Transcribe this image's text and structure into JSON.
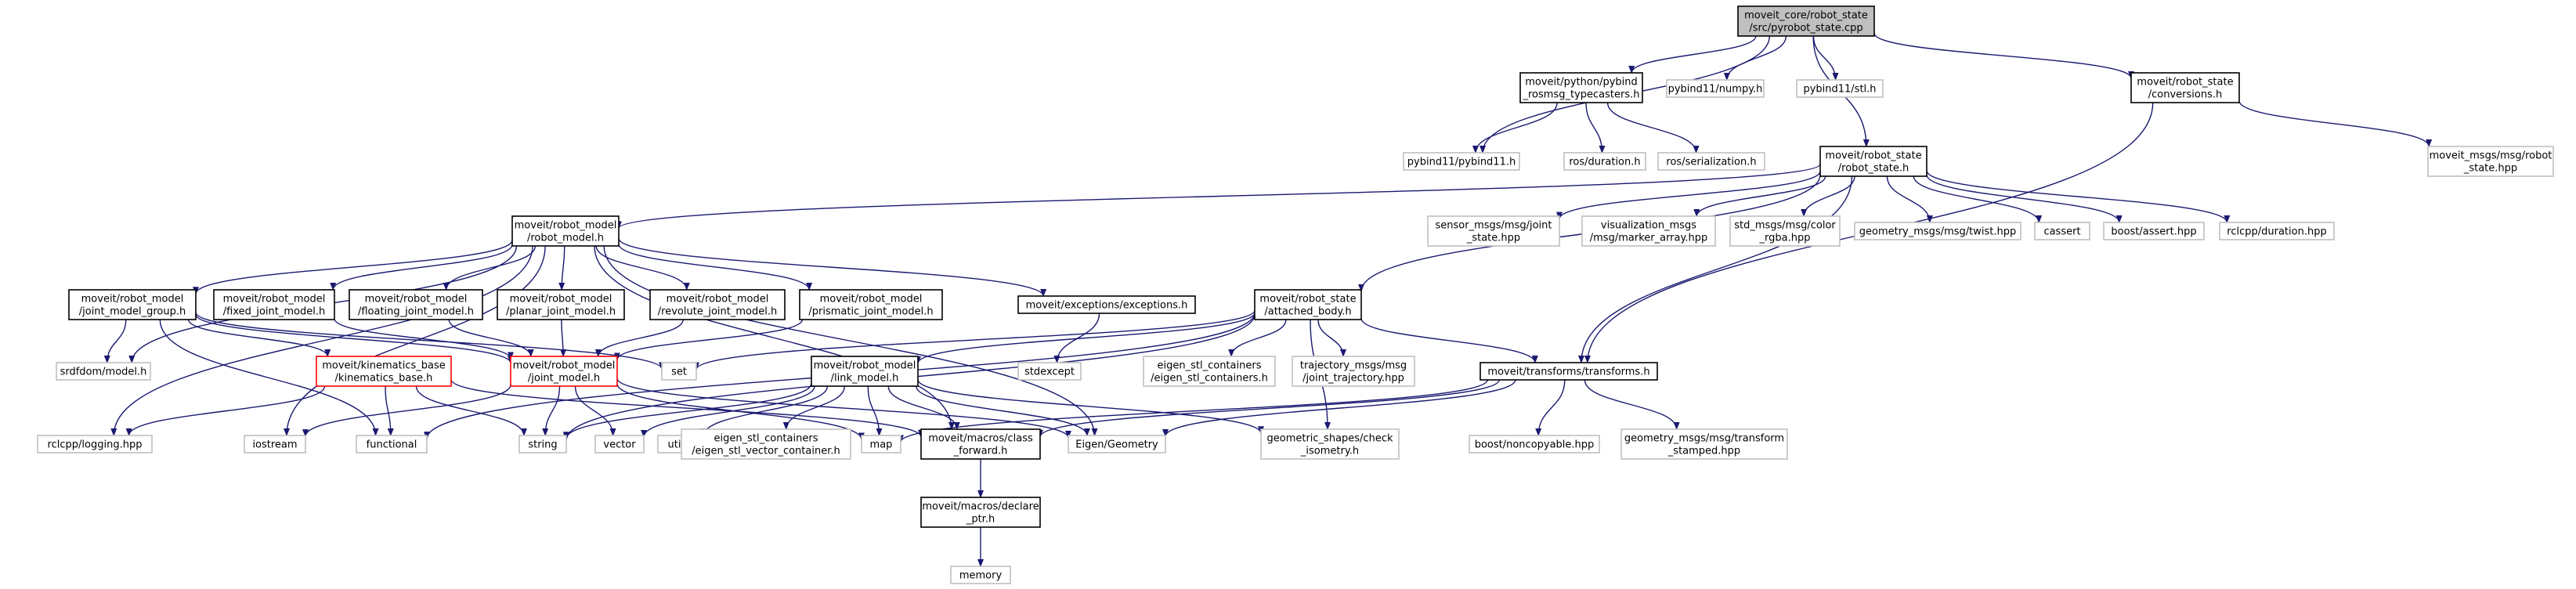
{
  "colors": {
    "edge": "#191970",
    "text": "#000000",
    "text_muted": "#000000",
    "root_fill": "#bfbfbf",
    "root_border": "#000000",
    "documented_border": "#000000",
    "external_border": "#bfbfbf",
    "truncated_border": "#ff0000",
    "node_fill": "#ffffff"
  },
  "nodes": [
    {
      "id": "root",
      "kind": "root",
      "lines": [
        "moveit_core/robot_state",
        "/src/pyrobot_state.cpp"
      ]
    },
    {
      "id": "pybind_typecasters",
      "kind": "documented",
      "lines": [
        "moveit/python/pybind",
        "_rosmsg_typecasters.h"
      ]
    },
    {
      "id": "pybind11_numpy",
      "kind": "external",
      "lines": [
        "pybind11/numpy.h"
      ]
    },
    {
      "id": "pybind11_stl",
      "kind": "external",
      "lines": [
        "pybind11/stl.h"
      ]
    },
    {
      "id": "conversions",
      "kind": "documented",
      "lines": [
        "moveit/robot_state",
        "/conversions.h"
      ]
    },
    {
      "id": "moveit_msgs_robot_state",
      "kind": "external",
      "lines": [
        "moveit_msgs/msg/robot",
        "_state.hpp"
      ]
    },
    {
      "id": "pybind11_pybind11",
      "kind": "external",
      "lines": [
        "pybind11/pybind11.h"
      ]
    },
    {
      "id": "ros_duration",
      "kind": "external",
      "lines": [
        "ros/duration.h"
      ]
    },
    {
      "id": "ros_serialization",
      "kind": "external",
      "lines": [
        "ros/serialization.h"
      ]
    },
    {
      "id": "robot_state_h",
      "kind": "documented",
      "lines": [
        "moveit/robot_state",
        "/robot_state.h"
      ]
    },
    {
      "id": "robot_model_h",
      "kind": "documented",
      "lines": [
        "moveit/robot_model",
        "/robot_model.h"
      ]
    },
    {
      "id": "sensor_msgs_joint_state",
      "kind": "external",
      "lines": [
        "sensor_msgs/msg/joint",
        "_state.hpp"
      ]
    },
    {
      "id": "visualization_msgs",
      "kind": "external",
      "lines": [
        "visualization_msgs",
        "/msg/marker_array.hpp"
      ]
    },
    {
      "id": "std_msgs_color",
      "kind": "external",
      "lines": [
        "std_msgs/msg/color",
        "_rgba.hpp"
      ]
    },
    {
      "id": "geometry_msgs_twist",
      "kind": "external",
      "lines": [
        "geometry_msgs/msg/twist.hpp"
      ]
    },
    {
      "id": "cassert",
      "kind": "external",
      "lines": [
        "cassert"
      ]
    },
    {
      "id": "boost_assert",
      "kind": "external",
      "lines": [
        "boost/assert.hpp"
      ]
    },
    {
      "id": "rclcpp_duration",
      "kind": "external",
      "lines": [
        "rclcpp/duration.hpp"
      ]
    },
    {
      "id": "joint_model_group",
      "kind": "documented",
      "lines": [
        "moveit/robot_model",
        "/joint_model_group.h"
      ]
    },
    {
      "id": "fixed_joint_model",
      "kind": "documented",
      "lines": [
        "moveit/robot_model",
        "/fixed_joint_model.h"
      ]
    },
    {
      "id": "floating_joint_model",
      "kind": "documented",
      "lines": [
        "moveit/robot_model",
        "/floating_joint_model.h"
      ]
    },
    {
      "id": "planar_joint_model",
      "kind": "documented",
      "lines": [
        "moveit/robot_model",
        "/planar_joint_model.h"
      ]
    },
    {
      "id": "revolute_joint_model",
      "kind": "documented",
      "lines": [
        "moveit/robot_model",
        "/revolute_joint_model.h"
      ]
    },
    {
      "id": "prismatic_joint_model",
      "kind": "documented",
      "lines": [
        "moveit/robot_model",
        "/prismatic_joint_model.h"
      ]
    },
    {
      "id": "exceptions",
      "kind": "documented",
      "lines": [
        "moveit/exceptions/exceptions.h"
      ]
    },
    {
      "id": "attached_body",
      "kind": "documented",
      "lines": [
        "moveit/robot_state",
        "/attached_body.h"
      ]
    },
    {
      "id": "srdfdom_model",
      "kind": "external",
      "lines": [
        "srdfdom/model.h"
      ]
    },
    {
      "id": "kinematics_base",
      "kind": "truncated",
      "lines": [
        "moveit/kinematics_base",
        "/kinematics_base.h"
      ]
    },
    {
      "id": "joint_model_h",
      "kind": "truncated",
      "lines": [
        "moveit/robot_model",
        "/joint_model.h"
      ]
    },
    {
      "id": "set",
      "kind": "external",
      "lines": [
        "set"
      ]
    },
    {
      "id": "link_model",
      "kind": "documented",
      "lines": [
        "moveit/robot_model",
        "/link_model.h"
      ]
    },
    {
      "id": "stdexcept",
      "kind": "external",
      "lines": [
        "stdexcept"
      ]
    },
    {
      "id": "eigen_stl_containers",
      "kind": "external",
      "lines": [
        "eigen_stl_containers",
        "/eigen_stl_containers.h"
      ]
    },
    {
      "id": "trajectory_msgs",
      "kind": "external",
      "lines": [
        "trajectory_msgs/msg",
        "/joint_trajectory.hpp"
      ]
    },
    {
      "id": "transforms",
      "kind": "documented",
      "lines": [
        "moveit/transforms/transforms.h"
      ]
    },
    {
      "id": "rclcpp_logging",
      "kind": "external",
      "lines": [
        "rclcpp/logging.hpp"
      ]
    },
    {
      "id": "iostream",
      "kind": "external",
      "lines": [
        "iostream"
      ]
    },
    {
      "id": "functional",
      "kind": "external",
      "lines": [
        "functional"
      ]
    },
    {
      "id": "string",
      "kind": "external",
      "lines": [
        "string"
      ]
    },
    {
      "id": "vector",
      "kind": "external",
      "lines": [
        "vector"
      ]
    },
    {
      "id": "utility",
      "kind": "external",
      "lines": [
        "utility"
      ]
    },
    {
      "id": "eigen_stl_vector",
      "kind": "external",
      "lines": [
        "eigen_stl_containers",
        "/eigen_stl_vector_container.h"
      ]
    },
    {
      "id": "map",
      "kind": "external",
      "lines": [
        "map"
      ]
    },
    {
      "id": "class_forward",
      "kind": "documented",
      "lines": [
        "moveit/macros/class",
        "_forward.h"
      ]
    },
    {
      "id": "eigen_geometry",
      "kind": "external",
      "lines": [
        "Eigen/Geometry"
      ]
    },
    {
      "id": "check_isometry",
      "kind": "external",
      "lines": [
        "geometric_shapes/check",
        "_isometry.h"
      ]
    },
    {
      "id": "boost_noncopyable",
      "kind": "external",
      "lines": [
        "boost/noncopyable.hpp"
      ]
    },
    {
      "id": "geometry_msgs_transform",
      "kind": "external",
      "lines": [
        "geometry_msgs/msg/transform",
        "_stamped.hpp"
      ]
    },
    {
      "id": "declare_ptr",
      "kind": "documented",
      "lines": [
        "moveit/macros/declare",
        "_ptr.h"
      ]
    },
    {
      "id": "memory",
      "kind": "external",
      "lines": [
        "memory"
      ]
    }
  ],
  "edges": [
    [
      "root",
      "pybind_typecasters"
    ],
    [
      "root",
      "pybind11_numpy"
    ],
    [
      "root",
      "pybind11_stl"
    ],
    [
      "root",
      "conversions"
    ],
    [
      "root",
      "pybind11_pybind11"
    ],
    [
      "root",
      "robot_state_h"
    ],
    [
      "pybind_typecasters",
      "pybind11_pybind11"
    ],
    [
      "pybind_typecasters",
      "ros_duration"
    ],
    [
      "pybind_typecasters",
      "ros_serialization"
    ],
    [
      "conversions",
      "moveit_msgs_robot_state"
    ],
    [
      "conversions",
      "transforms"
    ],
    [
      "robot_state_h",
      "robot_model_h"
    ],
    [
      "robot_state_h",
      "sensor_msgs_joint_state"
    ],
    [
      "robot_state_h",
      "visualization_msgs"
    ],
    [
      "robot_state_h",
      "std_msgs_color"
    ],
    [
      "robot_state_h",
      "geometry_msgs_twist"
    ],
    [
      "robot_state_h",
      "cassert"
    ],
    [
      "robot_state_h",
      "boost_assert"
    ],
    [
      "robot_state_h",
      "rclcpp_duration"
    ],
    [
      "robot_state_h",
      "attached_body"
    ],
    [
      "robot_state_h",
      "transforms"
    ],
    [
      "robot_model_h",
      "joint_model_group"
    ],
    [
      "robot_model_h",
      "fixed_joint_model"
    ],
    [
      "robot_model_h",
      "floating_joint_model"
    ],
    [
      "robot_model_h",
      "planar_joint_model"
    ],
    [
      "robot_model_h",
      "revolute_joint_model"
    ],
    [
      "robot_model_h",
      "prismatic_joint_model"
    ],
    [
      "robot_model_h",
      "exceptions"
    ],
    [
      "robot_model_h",
      "srdfdom_model"
    ],
    [
      "robot_model_h",
      "rclcpp_logging"
    ],
    [
      "robot_model_h",
      "iostream"
    ],
    [
      "robot_model_h",
      "class_forward"
    ],
    [
      "robot_model_h",
      "eigen_geometry"
    ],
    [
      "joint_model_group",
      "srdfdom_model"
    ],
    [
      "joint_model_group",
      "kinematics_base"
    ],
    [
      "joint_model_group",
      "joint_model_h"
    ],
    [
      "joint_model_group",
      "set"
    ],
    [
      "joint_model_group",
      "functional"
    ],
    [
      "fixed_joint_model",
      "joint_model_h"
    ],
    [
      "floating_joint_model",
      "joint_model_h"
    ],
    [
      "planar_joint_model",
      "joint_model_h"
    ],
    [
      "revolute_joint_model",
      "joint_model_h"
    ],
    [
      "prismatic_joint_model",
      "joint_model_h"
    ],
    [
      "exceptions",
      "stdexcept"
    ],
    [
      "attached_body",
      "link_model"
    ],
    [
      "attached_body",
      "set"
    ],
    [
      "attached_body",
      "eigen_stl_containers"
    ],
    [
      "attached_body",
      "trajectory_msgs"
    ],
    [
      "attached_body",
      "transforms"
    ],
    [
      "attached_body",
      "check_isometry"
    ],
    [
      "attached_body",
      "string"
    ],
    [
      "attached_body",
      "functional"
    ],
    [
      "kinematics_base",
      "rclcpp_logging"
    ],
    [
      "kinematics_base",
      "functional"
    ],
    [
      "kinematics_base",
      "string"
    ],
    [
      "kinematics_base",
      "class_forward"
    ],
    [
      "joint_model_h",
      "iostream"
    ],
    [
      "joint_model_h",
      "string"
    ],
    [
      "joint_model_h",
      "vector"
    ],
    [
      "joint_model_h",
      "map"
    ],
    [
      "joint_model_h",
      "eigen_geometry"
    ],
    [
      "link_model",
      "utility"
    ],
    [
      "link_model",
      "vector"
    ],
    [
      "link_model",
      "eigen_stl_vector"
    ],
    [
      "link_model",
      "map"
    ],
    [
      "link_model",
      "class_forward"
    ],
    [
      "link_model",
      "eigen_geometry"
    ],
    [
      "link_model",
      "check_isometry"
    ],
    [
      "link_model",
      "string"
    ],
    [
      "transforms",
      "map"
    ],
    [
      "transforms",
      "class_forward"
    ],
    [
      "transforms",
      "eigen_geometry"
    ],
    [
      "transforms",
      "boost_noncopyable"
    ],
    [
      "transforms",
      "geometry_msgs_transform"
    ],
    [
      "class_forward",
      "declare_ptr"
    ],
    [
      "declare_ptr",
      "memory"
    ]
  ]
}
